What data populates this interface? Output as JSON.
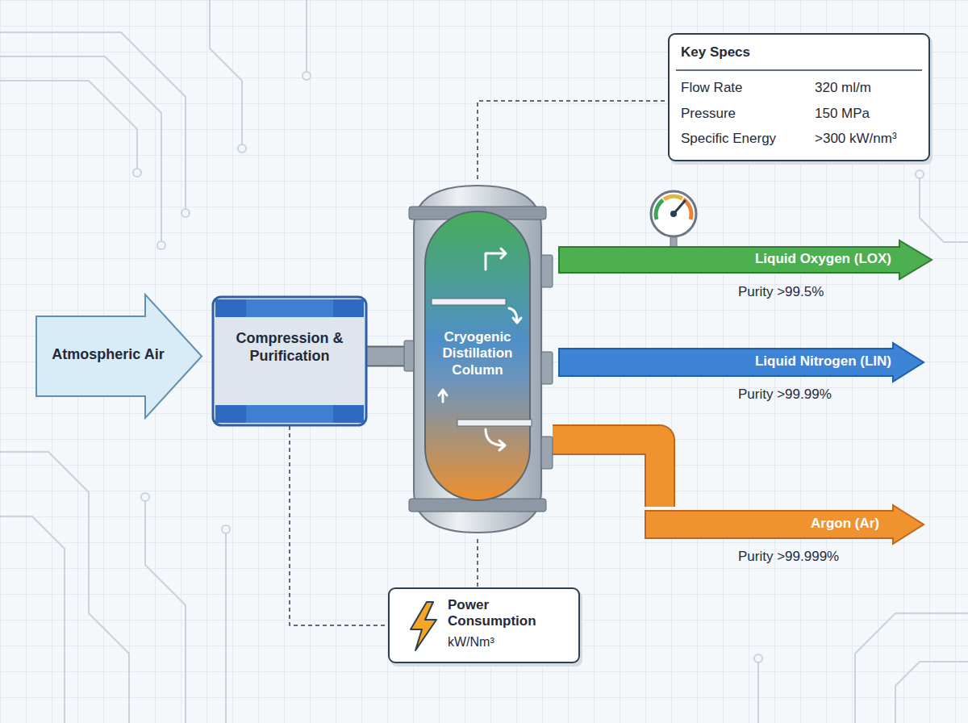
{
  "diagram": {
    "nodes": [
      {
        "text": [
          "Atmospheric Air"
        ]
      },
      {
        "text": [
          "Compression & Purification"
        ]
      },
      {
        "text": [
          "Cryogenic Distillation Column"
        ]
      },
      {
        "text": [
          "Key Specs",
          "Flow Rate",
          "320 ml/m",
          "Pressure",
          "150 MPa",
          "Specific Energy",
          ">300 kW/nm³"
        ]
      },
      {
        "text": [
          "Liquid Oxygen (LOX)",
          "Purity >99.5%"
        ]
      },
      {
        "text": [
          "Liquid Nitrogen (LIN)",
          "Purity >99.99%"
        ]
      },
      {
        "text": [
          "Argon (Ar)",
          "Purity >99.999%"
        ]
      },
      {
        "text": [
          "Power Consumption",
          "kW/Nm³"
        ]
      }
    ],
    "edges": [
      {
        "from": 1,
        "to": 2,
        "arrow": "none"
      },
      {
        "from": 2,
        "to": 3,
        "arrow": "none"
      },
      {
        "from": 2,
        "to": 6,
        "arrow": "none"
      },
      {
        "from": 1,
        "to": 7,
        "arrow": "none"
      },
      {
        "from": 2,
        "to": 7,
        "arrow": "none"
      }
    ]
  }
}
